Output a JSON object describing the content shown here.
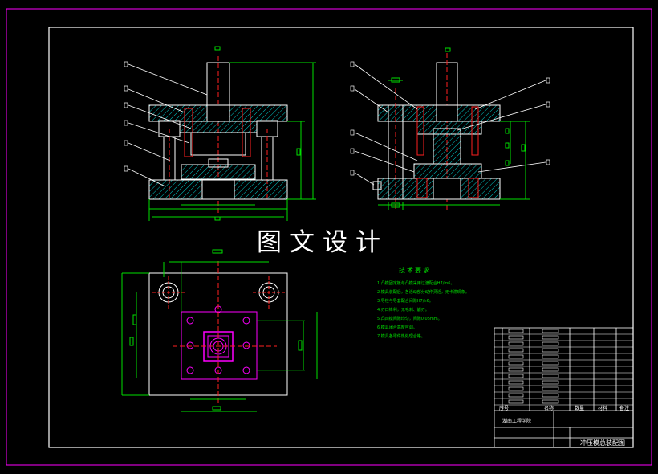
{
  "watermark": "图文设计",
  "tech_requirements": {
    "title": "技术要求",
    "items": [
      "1.凸模固定板与凸模采用过渡配合H7/m6。",
      "2.模具装配后，各活动部分动作灵活，无卡滞现象。",
      "3.导柱与导套配合间隙H7/h6。",
      "4.刃口锋利，无毛刺、崩刃。",
      "5.凸凹模间隙均匀，间隙0.05mm。",
      "6.模具闭合高度可调。",
      "7.模具各零件热处理合格。"
    ]
  },
  "title_block": {
    "col_headers": [
      "序号",
      "名称",
      "数量",
      "材料",
      "备注"
    ],
    "school": "湖南工程学院",
    "drawing_title": "冲压模总装配图"
  },
  "colors": {
    "frame": "#ffffff",
    "outer_border": "#ff00ff",
    "outline": "#ffffff",
    "dimension": "#00e000",
    "hatch": "#00c8c8",
    "centerline": "#ff2020",
    "die": "#ff00ff",
    "leader": "#ffffff"
  }
}
